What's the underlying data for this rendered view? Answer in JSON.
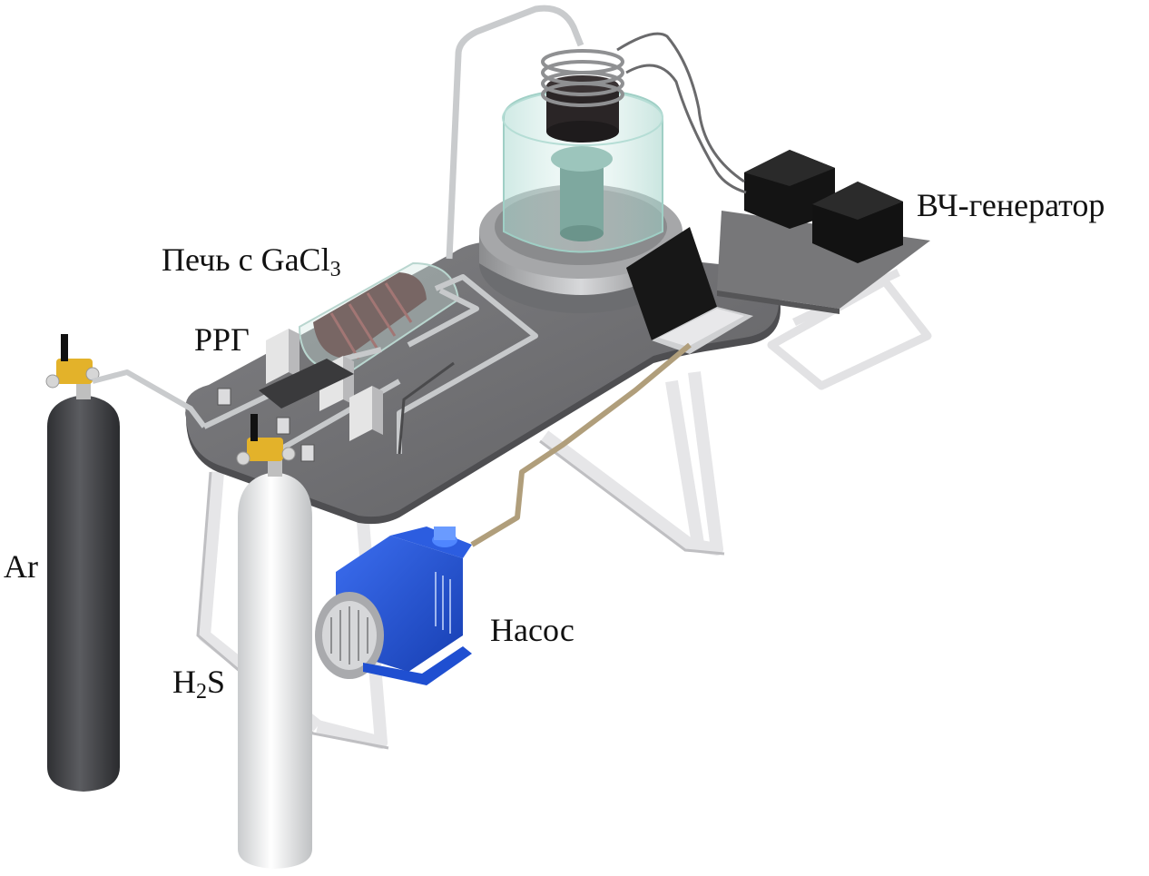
{
  "labels": {
    "hf_generator": "ВЧ-генератор",
    "furnace_prefix": "Печь с GaCl",
    "furnace_subscript": "3",
    "mass_flow_controller": "РРГ",
    "argon": "Ar",
    "h2s_h": "H",
    "h2s_subscript": "2",
    "h2s_s": "S",
    "pump": "Насос"
  },
  "colors": {
    "table_top": "#6e6e70",
    "table_edge": "#4d4d50",
    "frame": "#e4e4e6",
    "argon_cylinder": "#4a4b4e",
    "h2s_cylinder": "#eceded",
    "pump": "#1f4fd1",
    "glass_bell": "#bfe3dc",
    "generator": "#1b1b1b",
    "tube": "#d0d2d4",
    "valve": "#e6b326",
    "furnace": "#5a2a2a"
  }
}
